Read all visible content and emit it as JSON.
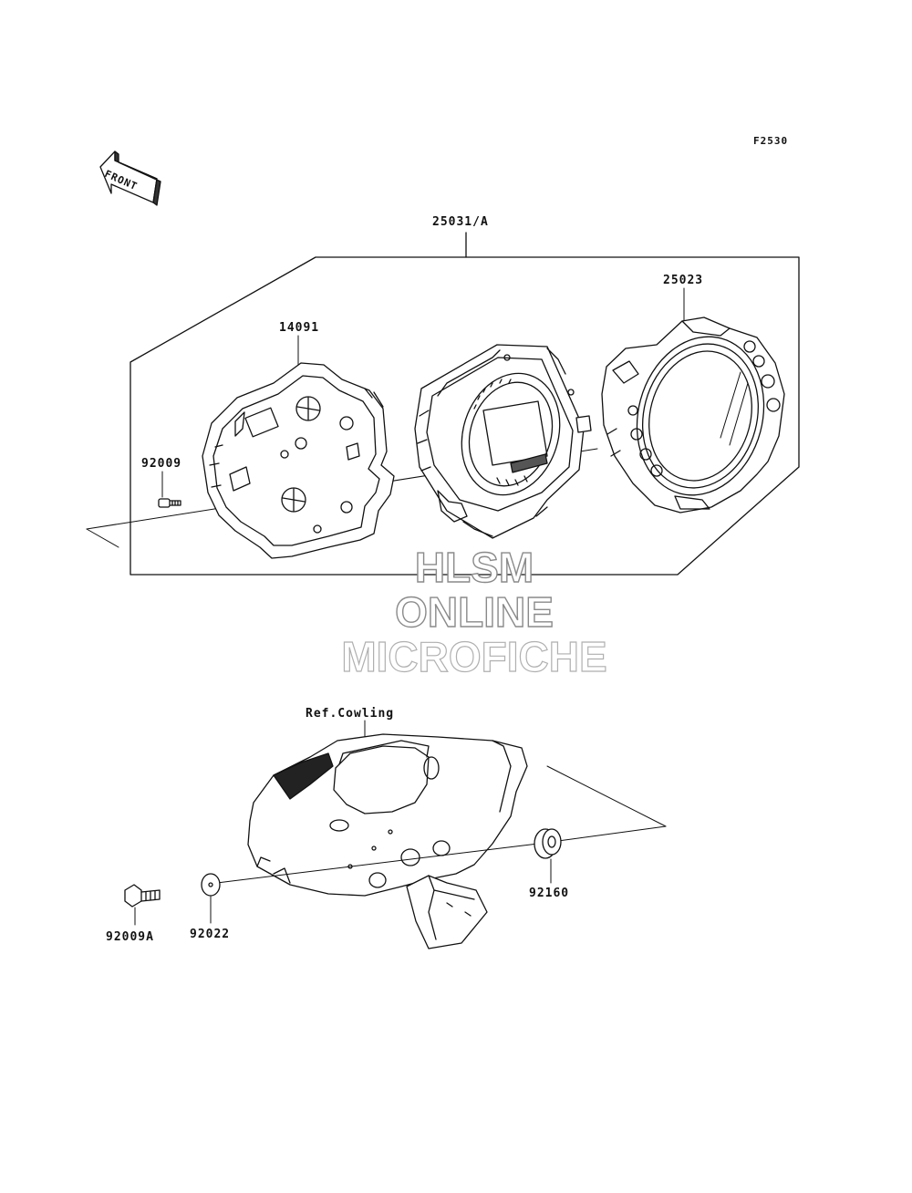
{
  "figure_code": "F2530",
  "front_label": "FRONT",
  "callouts": {
    "assembly": "25031/A",
    "lens_cover": "25023",
    "case": "14091",
    "screw": "92009",
    "cowling": "Ref.Cowling",
    "screw_a": "92009A",
    "washer": "92022",
    "grommet": "92160"
  },
  "watermark": {
    "line1": "HLSM",
    "line2": "ONLINE",
    "line3": "MICROFICHE"
  }
}
